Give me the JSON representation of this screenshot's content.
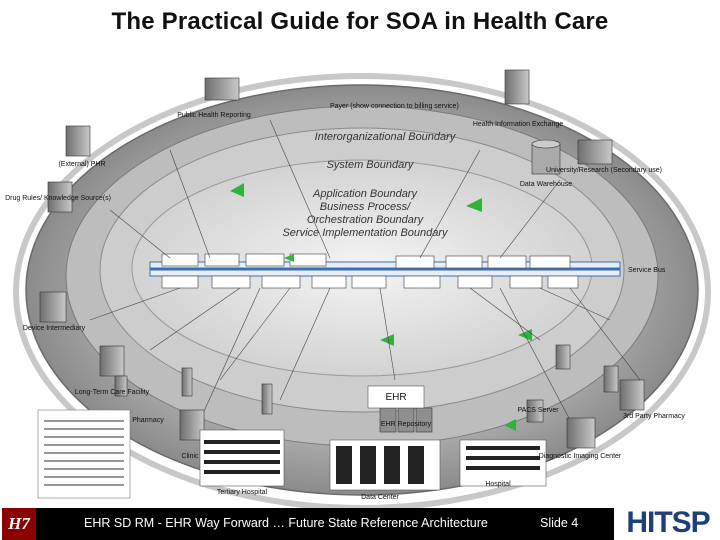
{
  "title": "The Practical Guide for SOA in Health Care",
  "boundaries": {
    "inter": "Interorganizational Boundary",
    "system": "System Boundary",
    "application": "Application Boundary",
    "business_process": "Business Process/",
    "orchestration": "Orchestration Boundary",
    "service_impl": "Service Implementation Boundary"
  },
  "outer_nodes": {
    "public_health": "Public Health Reporting",
    "payer": "Payer (show connection to billing service)",
    "hie": "Health Information Exchange",
    "university": "University/Research (Secondary use)",
    "external_phr": "(External) PHR",
    "drug_rules": "Drug Rules/ Knowledge Source(s)",
    "device_intermediary": "Device Intermediary",
    "ltc": "Long-Term Care Facility",
    "pharmacy": "Pharmacy",
    "clinic": "Clinic",
    "tertiary_hospital": "Tertiary Hospital",
    "data_center": "Data Center",
    "hospital": "Hospital",
    "diagnostic_imaging": "Diagnostic Imaging Center",
    "third_party_pharmacy": "3rd Party Pharmacy",
    "ehr_repository": "EHR Repository",
    "data_warehouse": "Data Warehouse",
    "ehr": "EHR",
    "pacs": "PACS Server",
    "service_bus": "Service Bus"
  },
  "footer": {
    "text": "EHR SD RM - EHR Way Forward … Future State Reference Architecture",
    "slide": "Slide 4"
  },
  "logos": {
    "hl7": "H7",
    "hitsp": "HITSP"
  },
  "colors": {
    "outer_ring": "#8f8f8f",
    "inner_fill": "#d9d9d9",
    "core_fill": "#ededed",
    "bus_blue": "#3b6fb5",
    "accent_green": "#2fb33a"
  }
}
